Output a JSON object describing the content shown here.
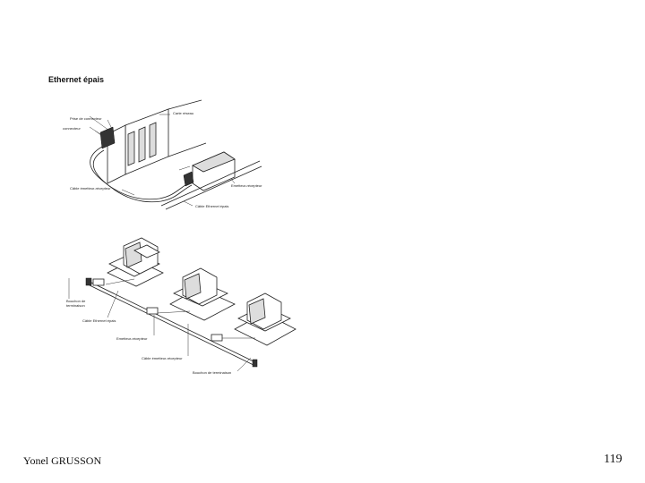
{
  "slide": {
    "title": "Ethernet épais",
    "author": "Yonel GRUSSON",
    "page_number": "119"
  },
  "diagram_top": {
    "labels": {
      "prise": "Prise de connecteur",
      "connecteur": "connecteur",
      "carte": "Carte réseau",
      "emetteur": "Emetteur-récepteur",
      "cable_emetteur": "Câble émetteur-récepteur",
      "cable_ethernet": "Câble Ethernet épais"
    }
  },
  "diagram_bottom": {
    "labels": {
      "bouchon1_a": "Bouchon de",
      "bouchon1_b": "terminaison",
      "cable_ethernet": "Câble Ethernet épais",
      "emetteur": "Emetteur-récepteur",
      "cable_emetteur": "Câble émetteur-récepteur",
      "bouchon2": "Bouchon de terminaison"
    }
  }
}
